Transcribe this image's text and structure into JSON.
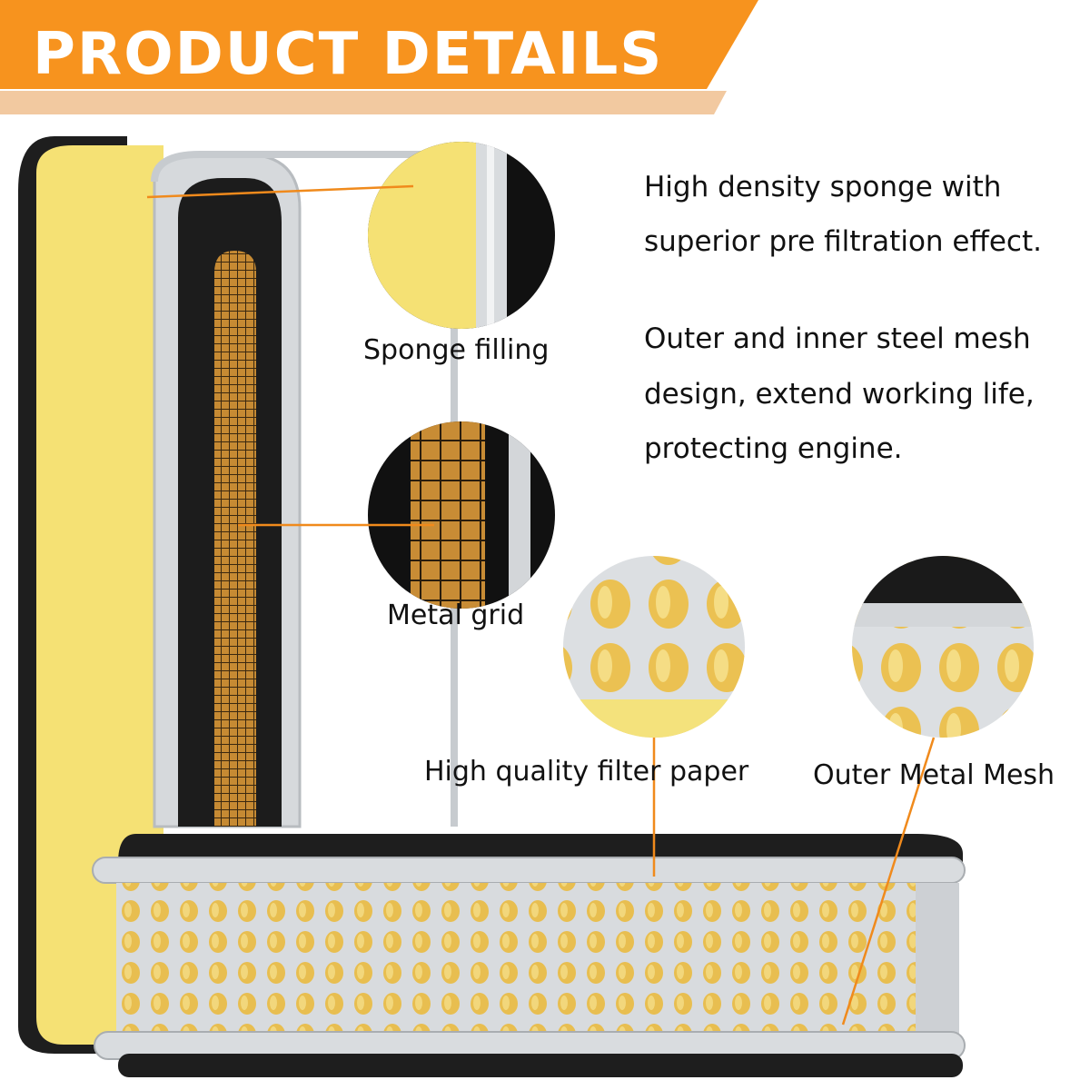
{
  "header": {
    "title": "PRODUCT DETAILS",
    "accent_color": "#F7931E",
    "stripe_color": "#F2C9A0"
  },
  "features": [
    {
      "lines": [
        "High density sponge with",
        "superior pre filtration effect."
      ]
    },
    {
      "lines": [
        "Outer and inner steel mesh",
        "design, extend working life,",
        "protecting engine."
      ]
    }
  ],
  "callouts": {
    "sponge": "Sponge filling",
    "grid": "Metal grid",
    "paper": "High quality filter paper",
    "mesh": "Outer Metal Mesh"
  },
  "colors": {
    "sponge": "#F5E174",
    "foam": "#1C1C1C",
    "metal": "#D6D9DC",
    "paper": "#E9C45A",
    "grid": "#B9822E",
    "leader_line": "#F08A1C"
  },
  "icons": {
    "zoom_circles": [
      "sponge-zoom",
      "grid-zoom",
      "paper-zoom",
      "mesh-zoom"
    ]
  }
}
